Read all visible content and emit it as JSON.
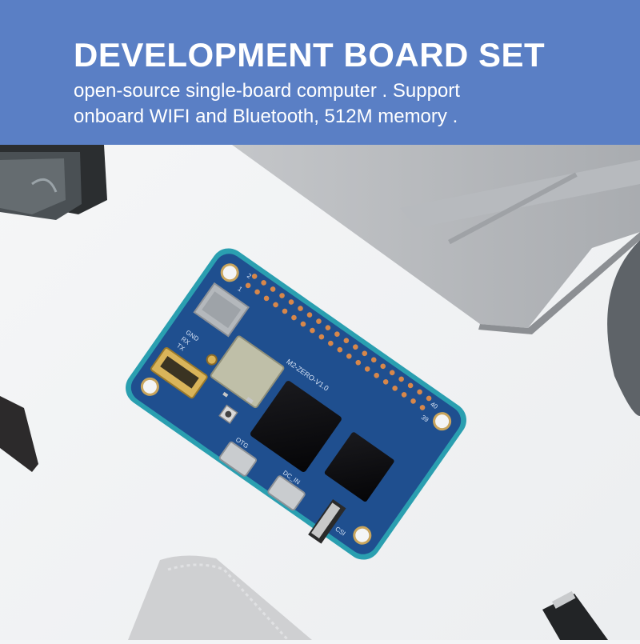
{
  "banner": {
    "title": "DEVELOPMENT BOARD SET",
    "subtitle_line1": "open-source single-board computer . Support",
    "subtitle_line2": "onboard WIFI and Bluetooth, 512M memory ."
  },
  "board": {
    "silkscreen": [
      "M2-ZERO-V1.0",
      "GND",
      "RX",
      "TX",
      "OTG",
      "DC_IN",
      "CSI",
      "1",
      "2",
      "39",
      "40"
    ]
  },
  "colors": {
    "banner": "#5a7fc5",
    "board": "#1f4f8f",
    "board_edge": "#2a9fb0",
    "pins": "#d7874a"
  }
}
